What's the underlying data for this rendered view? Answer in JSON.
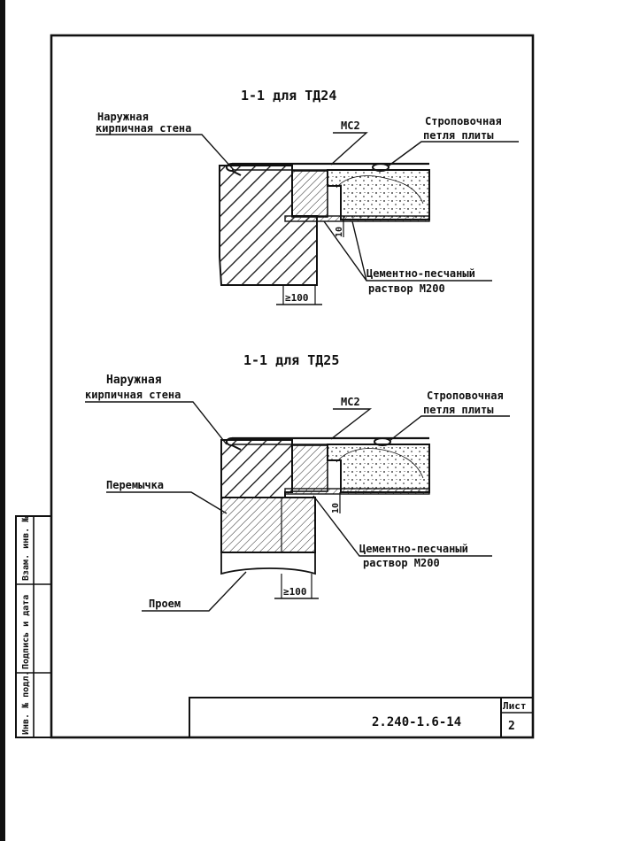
{
  "section1": {
    "title": "1-1 для ТД24",
    "outer_wall": [
      "Наружная",
      "кирпичная стена"
    ],
    "mc_label": "МС2",
    "sling_loop": [
      "Строповочная",
      "петля плиты"
    ],
    "mortar": [
      "Цементно-песчаный",
      "раствор М200"
    ],
    "gap": "10",
    "bearing": "≥100"
  },
  "section2": {
    "title": "1-1 для ТД25",
    "outer_wall": [
      "Наружная",
      "кирпичная стена"
    ],
    "mc_label": "МС2",
    "sling_loop": [
      "Строповочная",
      "петля плиты"
    ],
    "lintel": "Перемычка",
    "mortar": [
      "Цементно-песчаный",
      "раствор М200"
    ],
    "opening": "Проем",
    "gap": "10",
    "bearing": "≥100"
  },
  "stamp": {
    "side_cells": [
      "Инв. № подл.",
      "Подпись и дата",
      "Взам. инв. №"
    ],
    "sheet_label": "Лист",
    "sheet_number": "2",
    "drawing_code": "2.240-1.6-14"
  },
  "colors": {
    "line": "#111111",
    "paper": "#ffffff"
  }
}
